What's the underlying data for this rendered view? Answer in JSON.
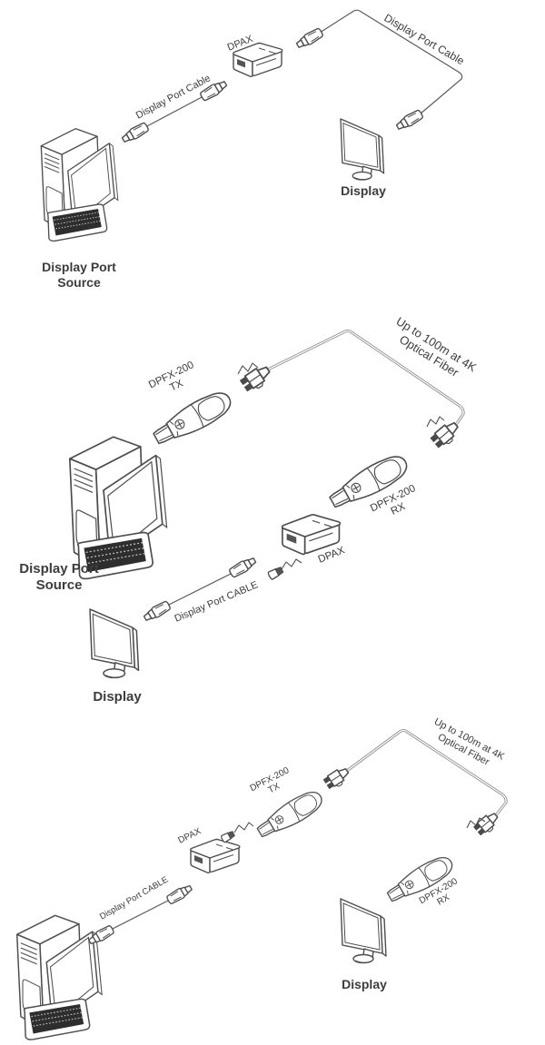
{
  "colors": {
    "background": "#ffffff",
    "line_art": "#4d4d4d",
    "label_text": "#3c3c3c",
    "fiber_cable": "#8c8c8c",
    "keyboard_fill": "#2e2e2e"
  },
  "diagrams": [
    {
      "name": "direct-dpax-connection",
      "components": [
        "display-port-source-computer",
        "display-port-cable",
        "dpax-adapter",
        "display-port-cable",
        "display-monitor"
      ],
      "labels": {
        "cable_to_dpax": "Display Port Cable",
        "dpax": "DPAX",
        "cable_to_display": "Display Port  Cable",
        "display": "Display",
        "source_line1": "Display Port",
        "source_line2": "Source"
      }
    },
    {
      "name": "fiber-extension-tx-to-rx-dpax-at-display",
      "components": [
        "display-port-source-computer",
        "dpfx-200-tx-dongle",
        "optical-fiber-cable",
        "dpfx-200-rx-dongle",
        "dpax-adapter",
        "display-port-cable",
        "display-monitor"
      ],
      "labels": {
        "tx_line1": "DPFX-200",
        "tx_line2": "TX",
        "fiber_line1": "Up to 100m at 4K",
        "fiber_line2": "Optical Fiber",
        "rx_line1": "DPFX-200",
        "rx_line2": "RX",
        "dpax": "DPAX",
        "dp_cable": "Display Port  CABLE",
        "source_line1": "Display Port",
        "source_line2": "Source",
        "display": "Display"
      }
    },
    {
      "name": "fiber-extension-dpax-at-source",
      "components": [
        "display-port-source-computer",
        "display-port-cable",
        "dpax-adapter",
        "dpfx-200-tx-dongle",
        "optical-fiber-cable",
        "dpfx-200-rx-dongle",
        "display-monitor"
      ],
      "labels": {
        "dp_cable": "Display Port  CABLE",
        "dpax": "DPAX",
        "tx_line1": "DPFX-200",
        "tx_line2": "TX",
        "fiber_line1": "Up to 100m at 4K",
        "fiber_line2": "Optical Fiber",
        "rx_line1": "DPFX-200",
        "rx_line2": "RX",
        "display": "Display"
      }
    }
  ]
}
